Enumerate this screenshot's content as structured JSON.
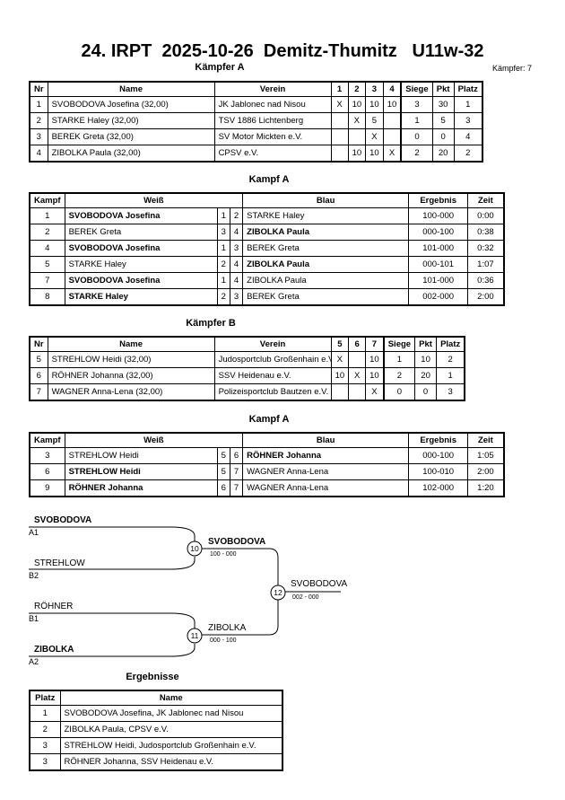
{
  "title": "24. IRPT  2025-10-26  Demitz-Thumitz   U11w-32",
  "pool_a": {
    "heading": "Kämpfer A",
    "fighter_count": "Kämpfer: 7",
    "headers": [
      "Nr",
      "Name",
      "Verein",
      "1",
      "2",
      "3",
      "4",
      "Siege",
      "Pkt",
      "Platz"
    ],
    "rows": [
      [
        "1",
        "SVOBODOVA Josefina  (32,00)",
        "JK Jablonec nad Nisou",
        "X",
        "10",
        "10",
        "10",
        "3",
        "30",
        "1"
      ],
      [
        "2",
        "STARKE  Haley  (32,00)",
        "TSV 1886 Lichtenberg",
        "",
        "X",
        "5",
        "",
        "1",
        "5",
        "3"
      ],
      [
        "3",
        "BEREK Greta  (32,00)",
        "SV Motor Mickten e.V.",
        "",
        "",
        "X",
        "",
        "0",
        "0",
        "4"
      ],
      [
        "4",
        "ZIBOLKA Paula  (32,00)",
        "CPSV e.V.",
        "",
        "10",
        "10",
        "X",
        "2",
        "20",
        "2"
      ]
    ]
  },
  "fights_a": {
    "heading": "Kampf A",
    "headers": [
      "Kampf",
      "Weiß",
      "Blau",
      "Ergebnis",
      "Zeit"
    ],
    "rows": [
      {
        "no": "1",
        "white": "SVOBODOVA Josefina",
        "wn": "1",
        "bn": "2",
        "blue": "STARKE  Haley",
        "result": "100-000",
        "time": "0:00",
        "win": "w"
      },
      {
        "no": "2",
        "white": "BEREK Greta",
        "wn": "3",
        "bn": "4",
        "blue": "ZIBOLKA Paula",
        "result": "000-100",
        "time": "0:38",
        "win": "b"
      },
      {
        "no": "4",
        "white": "SVOBODOVA Josefina",
        "wn": "1",
        "bn": "3",
        "blue": "BEREK Greta",
        "result": "101-000",
        "time": "0:32",
        "win": "w"
      },
      {
        "no": "5",
        "white": "STARKE  Haley",
        "wn": "2",
        "bn": "4",
        "blue": "ZIBOLKA Paula",
        "result": "000-101",
        "time": "1:07",
        "win": "b"
      },
      {
        "no": "7",
        "white": "SVOBODOVA Josefina",
        "wn": "1",
        "bn": "4",
        "blue": "ZIBOLKA Paula",
        "result": "101-000",
        "time": "0:36",
        "win": "w"
      },
      {
        "no": "8",
        "white": "STARKE  Haley",
        "wn": "2",
        "bn": "3",
        "blue": "BEREK Greta",
        "result": "002-000",
        "time": "2:00",
        "win": "w"
      }
    ]
  },
  "pool_b": {
    "heading": "Kämpfer B",
    "headers": [
      "Nr",
      "Name",
      "Verein",
      "5",
      "6",
      "7",
      "Siege",
      "Pkt",
      "Platz"
    ],
    "rows": [
      [
        "5",
        "STREHLOW Heidi  (32,00)",
        "Judosportclub Großenhain e.V.",
        "X",
        "",
        "10",
        "1",
        "10",
        "2"
      ],
      [
        "6",
        "RÖHNER Johanna  (32,00)",
        "SSV Heidenau e.V.",
        "10",
        "X",
        "10",
        "2",
        "20",
        "1"
      ],
      [
        "7",
        "WAGNER Anna-Lena  (32,00)",
        "Polizeisportclub Bautzen e.V.",
        "",
        "",
        "X",
        "0",
        "0",
        "3"
      ]
    ]
  },
  "fights_b": {
    "heading": "Kampf A",
    "headers": [
      "Kampf",
      "Weiß",
      "Blau",
      "Ergebnis",
      "Zeit"
    ],
    "rows": [
      {
        "no": "3",
        "white": "STREHLOW Heidi",
        "wn": "5",
        "bn": "6",
        "blue": "RÖHNER Johanna",
        "result": "000-100",
        "time": "1:05",
        "win": "b"
      },
      {
        "no": "6",
        "white": "STREHLOW Heidi",
        "wn": "5",
        "bn": "7",
        "blue": "WAGNER Anna-Lena",
        "result": "100-010",
        "time": "2:00",
        "win": "w"
      },
      {
        "no": "9",
        "white": "RÖHNER Johanna",
        "wn": "6",
        "bn": "7",
        "blue": "WAGNER Anna-Lena",
        "result": "102-000",
        "time": "1:20",
        "win": "w"
      }
    ]
  },
  "bracket": {
    "entries": [
      {
        "name": "SVOBODOVA",
        "seed": "A1",
        "bold": true
      },
      {
        "name": "STREHLOW",
        "seed": "B2",
        "bold": false
      },
      {
        "name": "RÖHNER",
        "seed": "B1",
        "bold": false
      },
      {
        "name": "ZIBOLKA",
        "seed": "A2",
        "bold": true
      }
    ],
    "semi1": {
      "fight": "10",
      "winner": "SVOBODOVA",
      "score": "100 - 000"
    },
    "semi2": {
      "fight": "11",
      "winner": "ZIBOLKA",
      "score": "000 - 100"
    },
    "final": {
      "fight": "12",
      "winner": "SVOBODOVA",
      "score": "002 - 000"
    }
  },
  "results": {
    "heading": "Ergebnisse",
    "headers": [
      "Platz",
      "Name"
    ],
    "rows": [
      [
        "1",
        "SVOBODOVA Josefina, JK Jablonec nad Nisou"
      ],
      [
        "2",
        "ZIBOLKA Paula, CPSV e.V."
      ],
      [
        "3",
        "STREHLOW Heidi, Judosportclub Großenhain e.V."
      ],
      [
        "3",
        "RÖHNER Johanna, SSV Heidenau e.V."
      ]
    ]
  }
}
